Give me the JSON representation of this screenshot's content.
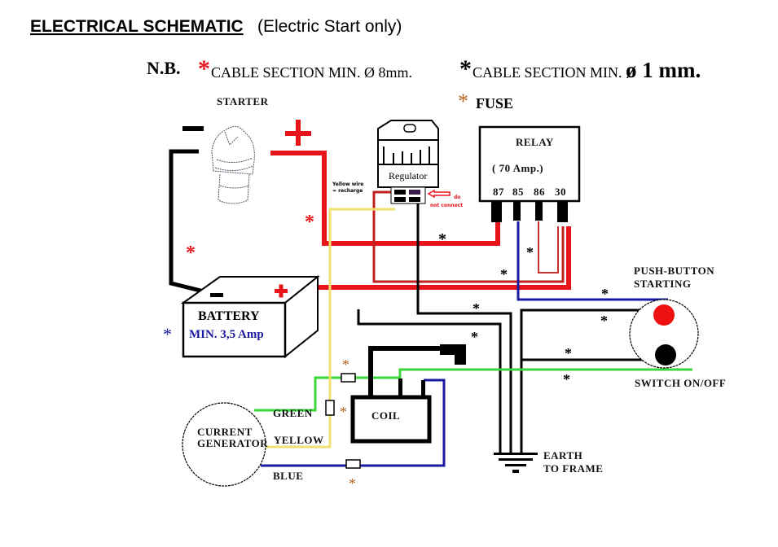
{
  "header": {
    "title": "ELECTRICAL SCHEMATIC",
    "subtitle": "(Electric Start only)"
  },
  "legend": {
    "nb_label": "N.B.",
    "red_cable": "CABLE SECTION MIN. Ø  8mm.",
    "black_cable_prefix": "CABLE SECTION MIN. ",
    "black_cable_value": "ø 1 mm.",
    "fuse": "FUSE",
    "asterisk": "*",
    "colors": {
      "red_cable": "#e8141b",
      "black_cable": "#000000",
      "fuse": "#b5651d"
    }
  },
  "components": {
    "starter": {
      "label": "STARTER",
      "minus": "−",
      "plus": "+"
    },
    "regulator": {
      "label": "Regulator",
      "note_left": [
        "Yellow wire",
        "= recharge"
      ],
      "note_right": [
        "do",
        "not connect"
      ]
    },
    "relay": {
      "label": "RELAY",
      "rating": "(   70  Amp.)",
      "pins": [
        "87",
        "85",
        "86",
        "30"
      ]
    },
    "battery": {
      "label": "BATTERY",
      "spec": "MIN. 3,5 Amp",
      "minus": "−",
      "plus": "+"
    },
    "push_button": {
      "label_line1": "PUSH-BUTTON",
      "label_line2": "STARTING"
    },
    "switch": {
      "label": "SWITCH ON/OFF"
    },
    "coil": {
      "label": "COIL"
    },
    "generator": {
      "label_line1": "CURRENT",
      "label_line2": "GENERATOR"
    },
    "earth": {
      "label_line1": "EARTH",
      "label_line2": "TO FRAME"
    }
  },
  "wires": {
    "green": {
      "label": "GREEN",
      "color": "#3ad63a"
    },
    "yellow": {
      "label": "YELLOW",
      "color": "#f0e070"
    },
    "blue": {
      "label": "BLUE",
      "color": "#1a1aa0"
    },
    "red": {
      "color": "#e8141b"
    },
    "dark_red": {
      "color": "#b02828"
    },
    "black": {
      "color": "#000000"
    }
  }
}
